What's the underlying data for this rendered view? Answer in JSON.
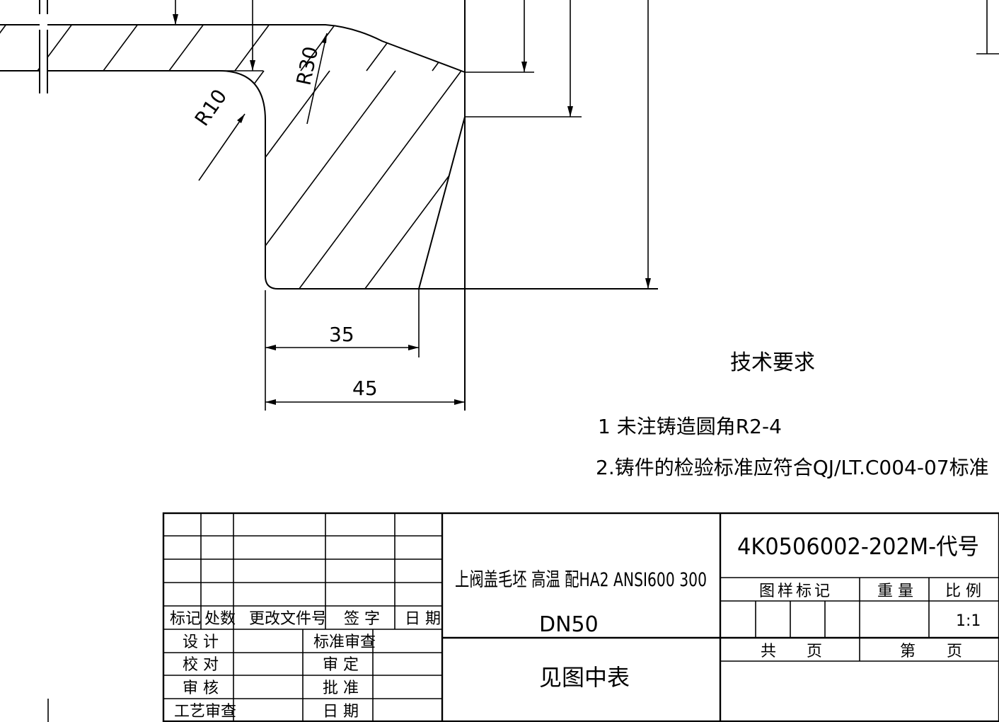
{
  "drawing": {
    "dimensions": {
      "r10": "R10",
      "r30": "R30",
      "d35": "35",
      "d45": "45"
    },
    "tech_requirements": {
      "title": "技术要求",
      "notes": [
        "1 未注铸造圆角R2-4",
        "2.铸件的检验标准应符合QJ/LT.C004-07标准"
      ]
    }
  },
  "title_block": {
    "revision_headers": [
      "标记",
      "处数",
      "更改文件号",
      "签  字",
      "日 期"
    ],
    "signoff_left": [
      "设 计",
      "校 对",
      "审 核",
      "工艺审查"
    ],
    "signoff_right": [
      "标准审查",
      "审 定",
      "批 准",
      "日 期"
    ],
    "part_name_line1": "上阀盖毛坯 高温 配HA2 ANSI600 300",
    "part_name_line2": "DN50",
    "material": "见图中表",
    "drawing_number": "4K0506002-202M-代号",
    "labels": {
      "pattern_mark": "图样标记",
      "weight": "重 量",
      "scale": "比 例",
      "total": "共",
      "sheet": "第",
      "page": "页"
    },
    "scale_value": "1:1"
  },
  "colors": {
    "line": "#000000",
    "background": "#ffffff"
  }
}
